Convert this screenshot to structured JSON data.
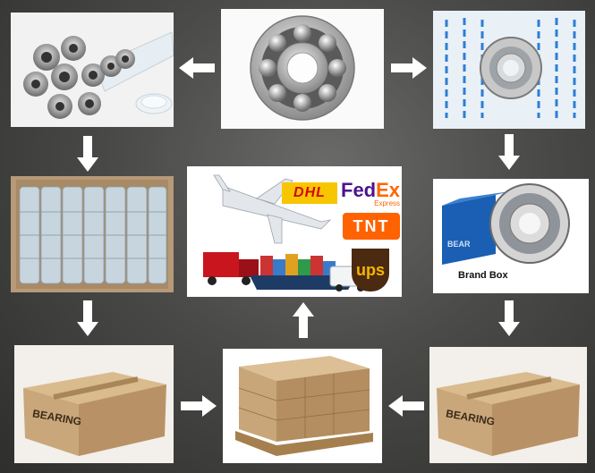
{
  "panels": {
    "brand_box": {
      "caption": "Brand Box",
      "box_text": "BEAR"
    },
    "carton_left": {
      "label": "BEARING"
    },
    "carton_right": {
      "label": "BEARING"
    },
    "shipping": {
      "dhl": "DHL",
      "fedex_fed": "Fed",
      "fedex_ex": "Ex",
      "fedex_sub": "Express",
      "tnt": "TNT",
      "ups": "ups"
    }
  },
  "colors": {
    "arrow": "#ffffff",
    "dhl_yellow": "#f7c600",
    "dhl_red": "#d40511",
    "fedex_purple": "#4d148c",
    "fedex_orange": "#ff6600",
    "tnt_orange": "#ff6200",
    "ups_brown": "#4b2a12",
    "ups_gold": "#f7b500",
    "carton": "#c9a77a",
    "brand_blue": "#1a5fb4"
  },
  "icons": [
    "bearing-icon",
    "plastic-tube-icon",
    "airplane-icon",
    "truck-icon",
    "cargo-ship-icon",
    "van-icon",
    "pallet-icon",
    "carton-box-icon",
    "arrow-icon"
  ]
}
